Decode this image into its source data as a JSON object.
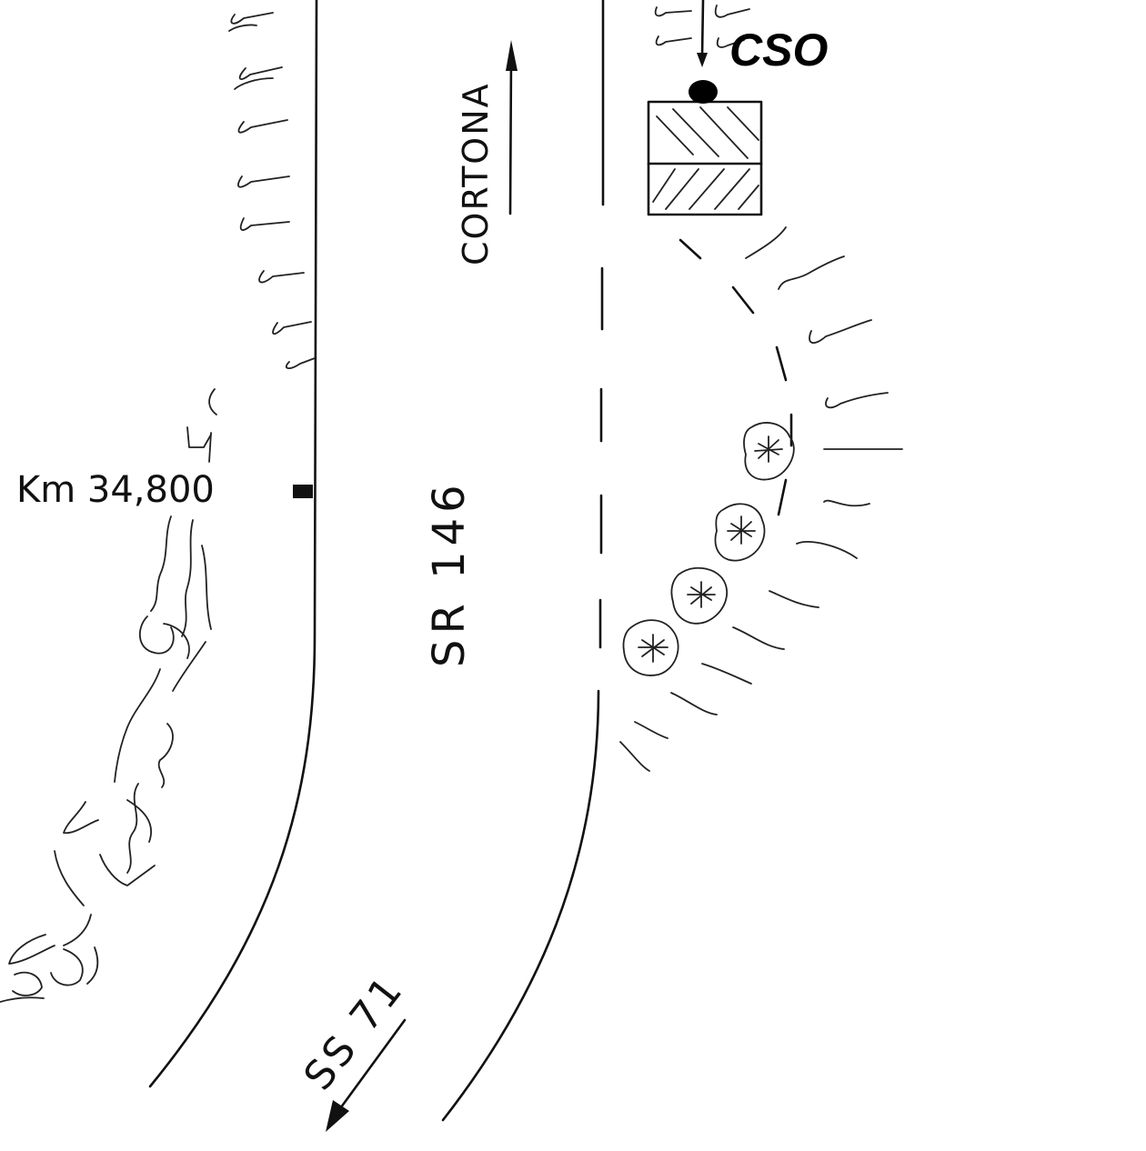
{
  "labels": {
    "station": "CSO",
    "direction_north": "CORTONA",
    "road_name": "SR 146",
    "direction_south": "SS 71",
    "kilometer_marker": "Km 34,800"
  }
}
